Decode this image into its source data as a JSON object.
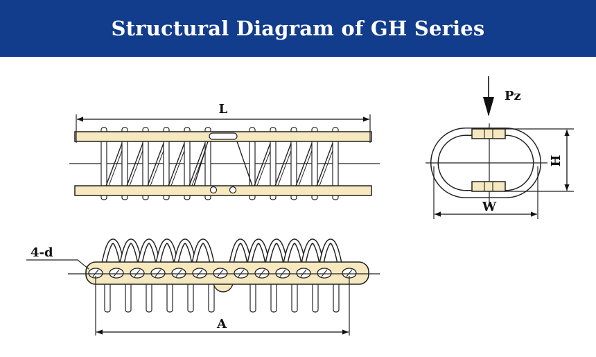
{
  "banner": {
    "title": "Structural Diagram of GH Series"
  },
  "labels": {
    "length": "L",
    "force": "Pz",
    "height": "H",
    "width": "W",
    "holes": "4-d",
    "hole_spacing": "A"
  },
  "colors": {
    "banner": "#123c8c",
    "bar_fill": "#f6e9bf",
    "line": "#222222"
  }
}
